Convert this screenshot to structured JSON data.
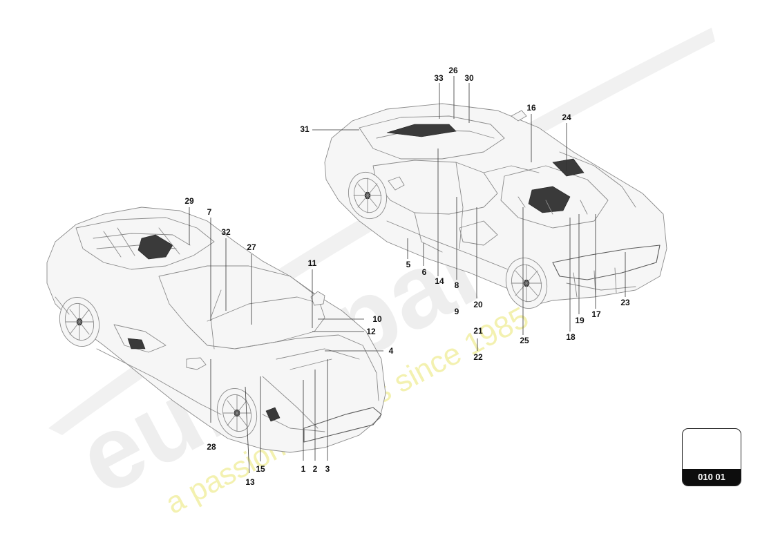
{
  "watermark": {
    "brand": "eurospares",
    "slogan": "a passion for parts since 1985"
  },
  "diagram_reference": "010 01",
  "callouts": [
    "1",
    "2",
    "3",
    "4",
    "5",
    "6",
    "7",
    "8",
    "9",
    "10",
    "11",
    "12",
    "13",
    "14",
    "15",
    "16",
    "17",
    "18",
    "19",
    "20",
    "21",
    "22",
    "23",
    "24",
    "25",
    "26",
    "27",
    "28",
    "29",
    "30",
    "31",
    "32",
    "33"
  ],
  "colors": {
    "line": "#8a8a8a",
    "text": "#111111",
    "ref_box_bar": "#0d0d0d",
    "watermark": "#e9e9e9",
    "slogan": "#f3f1b0"
  }
}
